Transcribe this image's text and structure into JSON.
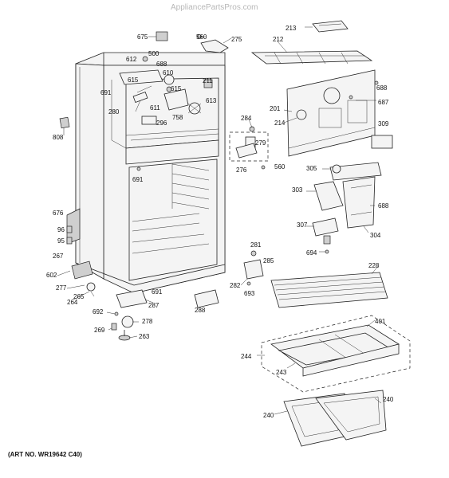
{
  "watermark": "AppliancePartsPros.com",
  "art_number": "(ART NO. WR19642 C40)",
  "labels": [
    "675",
    "560",
    "275",
    "213",
    "212",
    "612",
    "500",
    "688",
    "610",
    "615",
    "615",
    "211",
    "691",
    "280",
    "613",
    "611",
    "758",
    "296",
    "201",
    "214",
    "688",
    "687",
    "284",
    "279",
    "309",
    "808",
    "276",
    "560",
    "305",
    "691",
    "303",
    "688",
    "676",
    "96",
    "95",
    "267",
    "307",
    "304",
    "694",
    "281",
    "285",
    "228",
    "602",
    "277",
    "265",
    "264",
    "691",
    "282",
    "693",
    "288",
    "287",
    "692",
    "278",
    "269",
    "263",
    "401",
    "244",
    "243",
    "240",
    "240"
  ]
}
